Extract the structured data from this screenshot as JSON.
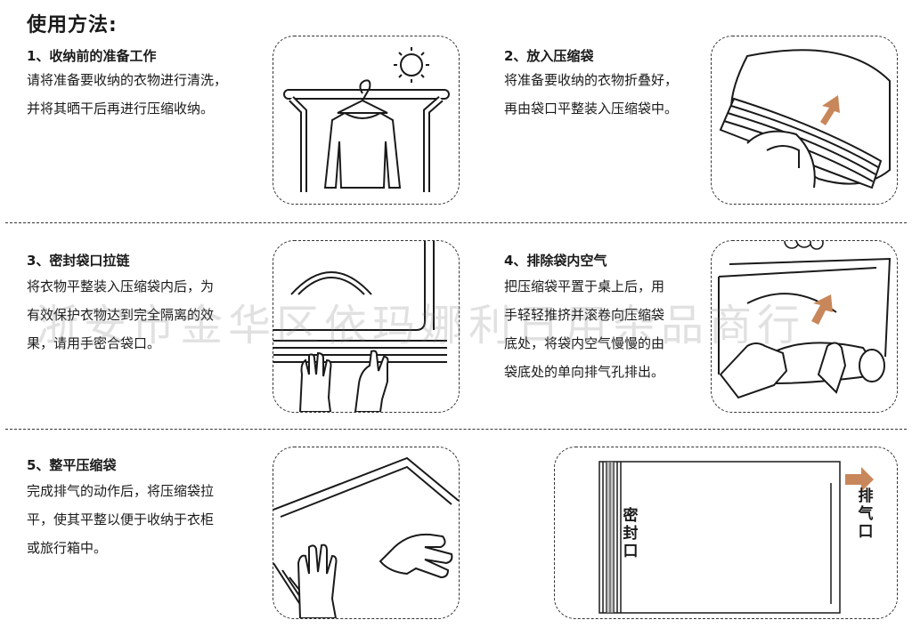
{
  "page_title": "使用方法:",
  "watermark": "浙安市金华区依玛娜利日用杂品商行",
  "steps": [
    {
      "title": "1、收纳前的准备工作",
      "lines": [
        "请将准备要收纳的衣物进行清洗，",
        "并将其晒干后再进行压缩收纳。"
      ]
    },
    {
      "title": "2、放入压缩袋",
      "lines": [
        "将准备要收纳的衣物折叠好，",
        "再由袋口平整装入压缩袋中。"
      ]
    },
    {
      "title": "3、密封袋口拉链",
      "lines": [
        "将衣物平整装入压缩袋内后，为",
        "有效保护衣物达到完全隔离的效",
        "果，请用手密合袋口。"
      ]
    },
    {
      "title": "4、排除袋内空气",
      "lines": [
        "把压缩袋平置于桌上后，用",
        "手轻轻推挤并滚卷向压缩袋",
        "底处，将袋内空气慢慢的由",
        "袋底处的单向排气孔排出。"
      ]
    },
    {
      "title": "5、整平压缩袋",
      "lines": [
        "完成排气的动作后，将压缩袋拉",
        "平，使其平整以便于收纳于衣柜",
        "或旅行箱中。"
      ]
    },
    {
      "diagram_labels": {
        "seal": "密封口",
        "vent": "排气口"
      }
    }
  ],
  "colors": {
    "arrow": "#c8875a",
    "ink": "#1a1a1a"
  },
  "icons": [
    "sun-icon",
    "hanger-icon",
    "shirt-icon",
    "arrow-icon",
    "hand-icon",
    "smoke-icon"
  ]
}
